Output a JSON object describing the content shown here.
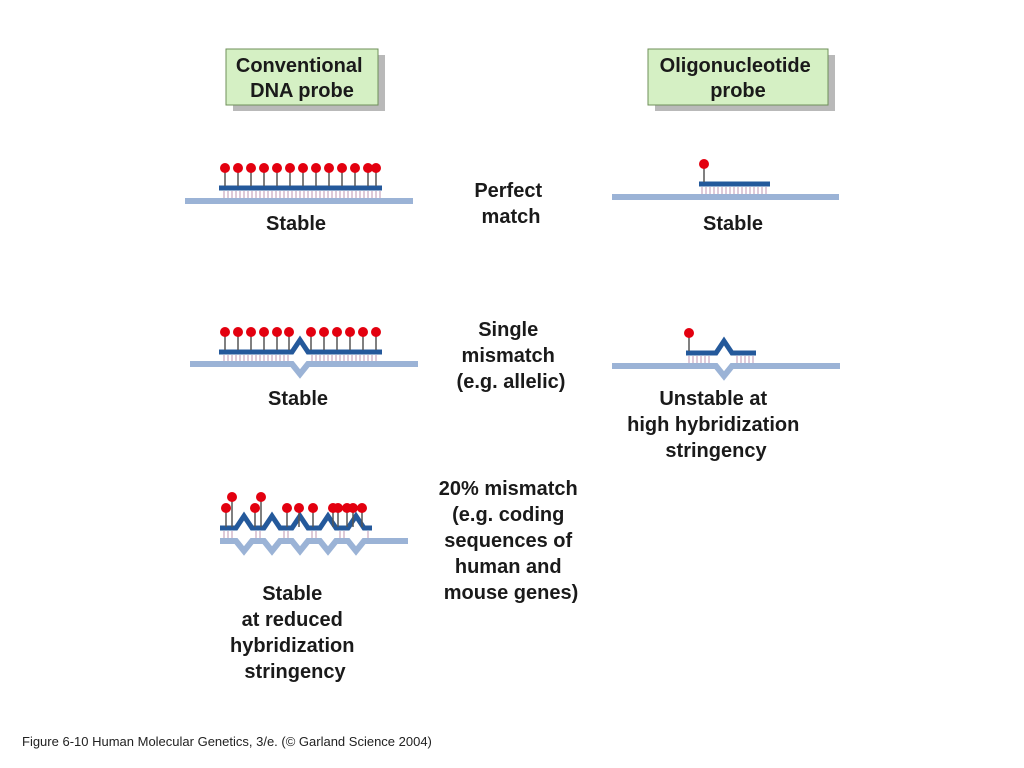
{
  "headers": {
    "conventional": [
      "Conventional",
      "DNA probe"
    ],
    "oligonucleotide": [
      "Oligonucleotide",
      "probe"
    ]
  },
  "conditions": {
    "perfect": [
      "Perfect",
      "match"
    ],
    "single": [
      "Single",
      "mismatch",
      "(e.g. allelic)"
    ],
    "twenty": [
      "20% mismatch",
      "(e.g. coding",
      "sequences of",
      "human and",
      "mouse genes)"
    ]
  },
  "results": {
    "conv_perfect": [
      "Stable"
    ],
    "conv_single": [
      "Stable"
    ],
    "conv_twenty": [
      "Stable",
      "at reduced",
      "hybridization",
      "stringency"
    ],
    "oligo_perfect": [
      "Stable"
    ],
    "oligo_single": [
      "Unstable at",
      "high hybridization",
      "stringency"
    ]
  },
  "caption": "Figure 6-10 Human Molecular Genetics, 3/e.  (© Garland Science 2004)",
  "colors": {
    "header_fill": "#d5f0c4",
    "target_strand": "#9bb3d6",
    "probe_strand": "#24599b",
    "label_bulb": "#e3000f",
    "hydrogen_bond": "#c9a7bf"
  }
}
